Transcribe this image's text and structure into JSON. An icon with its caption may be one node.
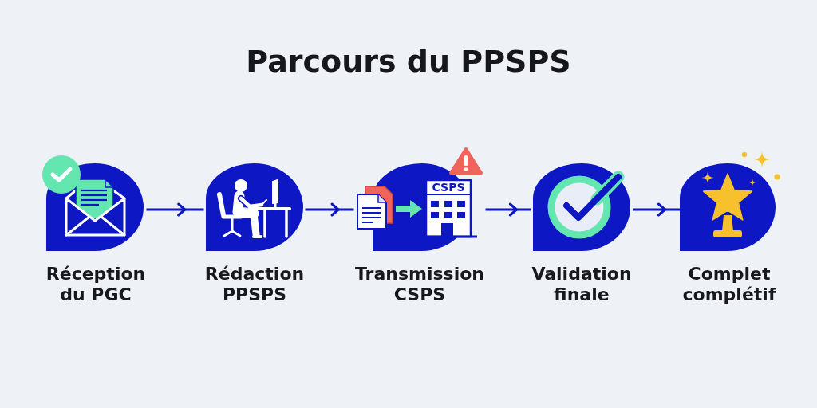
{
  "diagram": {
    "title": "Parcours du PPSPS",
    "nodes": [
      {
        "text": [
          "Réception du PGC"
        ]
      },
      {
        "text": [
          "Rédaction PPSPS"
        ]
      },
      {
        "text": [
          "Transmission CSPS"
        ]
      },
      {
        "text": [
          "Validation finale"
        ]
      },
      {
        "text": [
          "Complet complétif"
        ]
      }
    ],
    "edges": [
      {
        "from": 0,
        "to": 1,
        "arrow": "to"
      },
      {
        "from": 1,
        "to": 2,
        "arrow": "to"
      },
      {
        "from": 2,
        "to": 3,
        "arrow": "to"
      },
      {
        "from": 3,
        "to": 4,
        "arrow": "to"
      }
    ],
    "labels": [
      "CSPS"
    ]
  }
}
